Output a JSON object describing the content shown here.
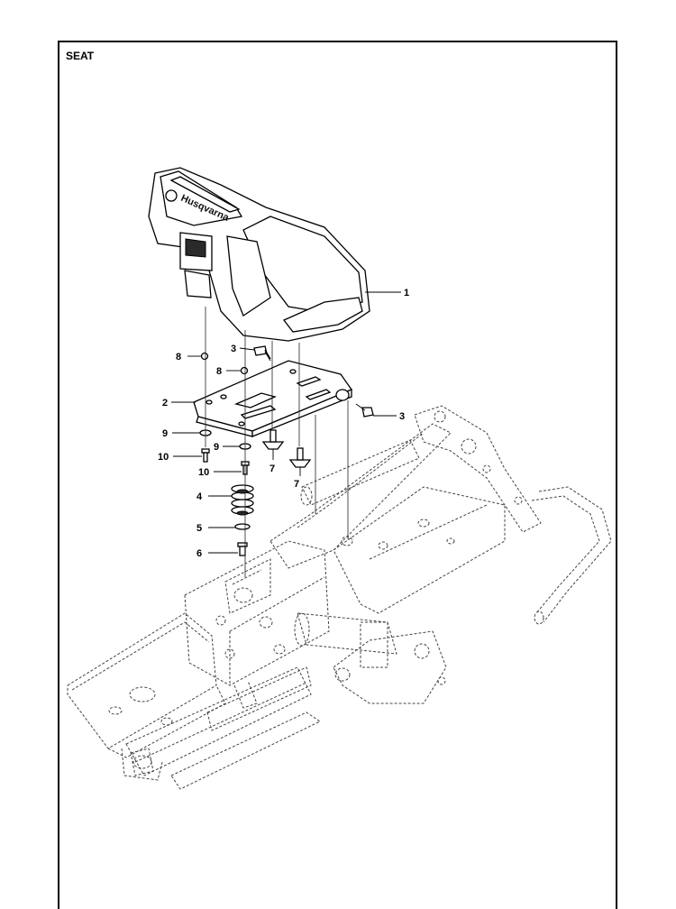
{
  "title": "SEAT",
  "brand_logo": "Husqvarna",
  "callouts": [
    "1",
    "2",
    "3",
    "3",
    "4",
    "5",
    "6",
    "7",
    "7",
    "8",
    "8",
    "9",
    "9",
    "10",
    "10"
  ]
}
